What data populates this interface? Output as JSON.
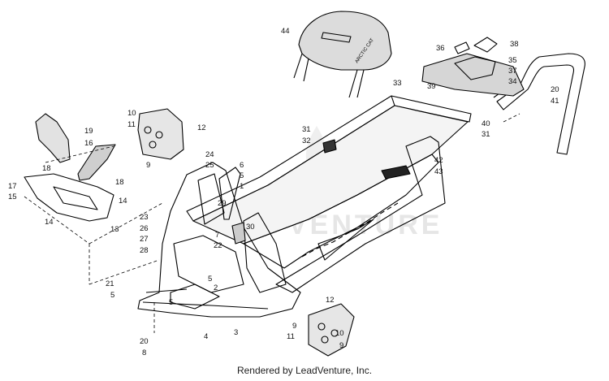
{
  "diagram": {
    "watermark_text": "VENTURE",
    "footer": "Rendered by LeadVenture, Inc.",
    "seat_decal_text": "ARCTIC CAT",
    "callouts": [
      "44",
      "36",
      "38",
      "35",
      "37",
      "34",
      "33",
      "39",
      "20",
      "41",
      "40",
      "31",
      "31",
      "32",
      "42",
      "43",
      "6",
      "5",
      "1",
      "24",
      "25",
      "29",
      "30",
      "7",
      "22",
      "10",
      "11",
      "12",
      "9",
      "19",
      "16",
      "18",
      "17",
      "15",
      "18",
      "14",
      "14",
      "13",
      "23",
      "26",
      "27",
      "28",
      "2",
      "5",
      "21",
      "5",
      "5",
      "20",
      "8",
      "4",
      "3",
      "12",
      "9",
      "11",
      "10",
      "9"
    ]
  }
}
